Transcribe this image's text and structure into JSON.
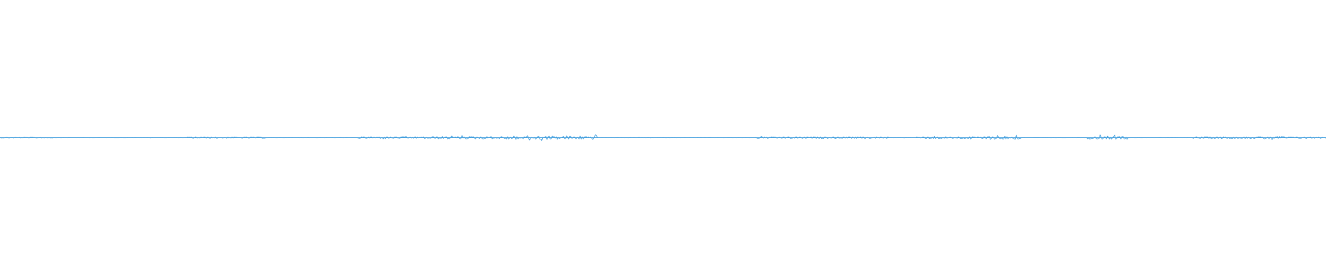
{
  "waveform": {
    "color": "#4aa3df",
    "background": "#ffffff",
    "amplitude_scale": 1.0,
    "activity_regions": [
      {
        "start": 0.0,
        "end": 0.04,
        "level": 0.15
      },
      {
        "start": 0.14,
        "end": 0.2,
        "level": 0.25
      },
      {
        "start": 0.27,
        "end": 0.32,
        "level": 0.35
      },
      {
        "start": 0.32,
        "end": 0.38,
        "level": 0.55
      },
      {
        "start": 0.38,
        "end": 0.45,
        "level": 0.85
      },
      {
        "start": 0.57,
        "end": 0.67,
        "level": 0.35
      },
      {
        "start": 0.69,
        "end": 0.74,
        "level": 0.45
      },
      {
        "start": 0.74,
        "end": 0.77,
        "level": 0.8
      },
      {
        "start": 0.82,
        "end": 0.85,
        "level": 0.7
      },
      {
        "start": 0.9,
        "end": 0.95,
        "level": 0.4
      },
      {
        "start": 0.95,
        "end": 0.97,
        "level": 0.65
      },
      {
        "start": 0.97,
        "end": 1.0,
        "level": 0.3
      }
    ]
  }
}
